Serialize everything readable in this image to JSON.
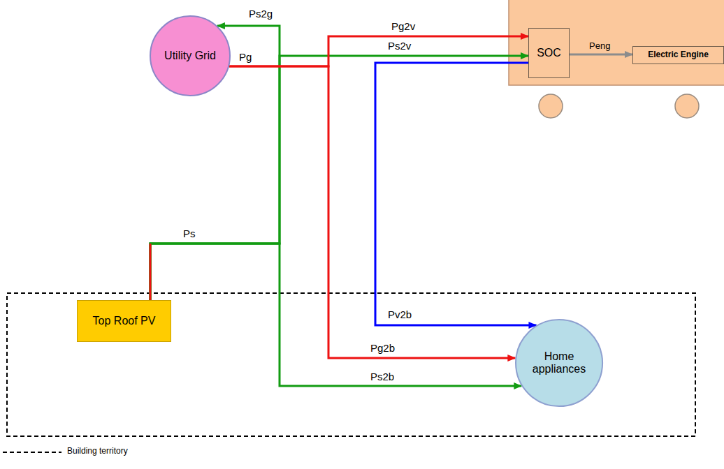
{
  "diagram": {
    "nodes": [
      {
        "text": [
          "Utility Grid"
        ]
      },
      {
        "text": [
          "SOC"
        ]
      },
      {
        "text": [
          "Electric Engine"
        ]
      },
      {
        "text": [
          "Top Roof PV"
        ]
      },
      {
        "text": [
          "Home appliances"
        ]
      }
    ],
    "edges": [
      {
        "from": 3,
        "to": 0,
        "arrow": "to",
        "label": "Ps2g"
      },
      {
        "from": 3,
        "to": 1,
        "arrow": "to",
        "label": "Ps2v"
      },
      {
        "from": 3,
        "to": 4,
        "arrow": "to",
        "label": "Ps2b"
      },
      {
        "from": 0,
        "to": 1,
        "arrow": "to",
        "label": "Pg2v"
      },
      {
        "from": 0,
        "to": 4,
        "arrow": "to",
        "label": "Pg2b"
      },
      {
        "from": 1,
        "to": 4,
        "arrow": "to",
        "label": "Pv2b"
      },
      {
        "from": 1,
        "to": 2,
        "arrow": "to",
        "label": "Peng"
      }
    ],
    "labels": [
      "Ps",
      "Pg"
    ],
    "legend": [
      {
        "text": "Building territory"
      }
    ]
  }
}
